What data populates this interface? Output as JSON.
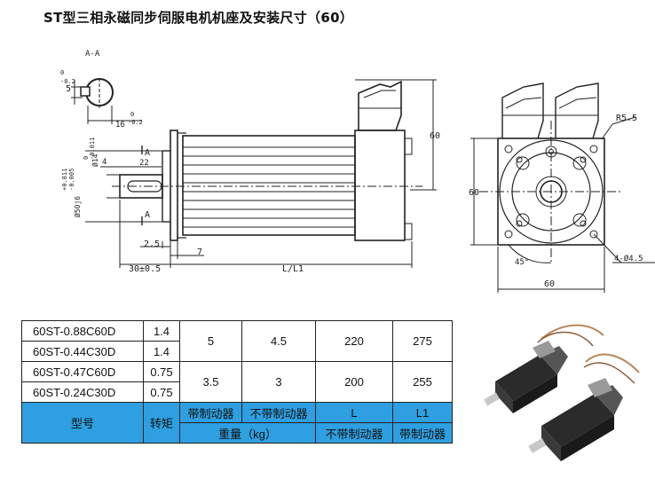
{
  "title": "ST型三相永磁同步伺服电机机座及安装尺寸（60）",
  "drawing_labels": {
    "section": "A-A",
    "key_depth": "5",
    "key_depth_tol_upper": "0",
    "key_depth_tol_lower": "-0.2",
    "shaft_flat": "16",
    "shaft_flat_tol_upper": "0",
    "shaft_flat_tol_lower": "-0.2",
    "key_width": "4",
    "key_length": "22",
    "shaft_dia": "Ø14",
    "shaft_dia_tol_upper": "0",
    "shaft_dia_tol_lower": "-0.011",
    "pilot_dia": "Ø50j6",
    "pilot_tol_upper": "+0.011",
    "pilot_tol_lower": "-0.005",
    "section_mark": "A",
    "flange_thickness": "2.5",
    "flange_width": "7",
    "shaft_length": "30±0.5",
    "body_length": "L/L1",
    "side_height": "60",
    "front_height": "60",
    "front_width": "60",
    "corner_radius": "R5.5",
    "angle": "45°",
    "holes": "4-Ø4.5"
  },
  "table": {
    "rows": [
      {
        "model": "60ST-0.88C60D",
        "torque": "1.4"
      },
      {
        "model": "60ST-0.44C30D",
        "torque": "1.4"
      },
      {
        "model": "60ST-0.47C60D",
        "torque": "0.75"
      },
      {
        "model": "60ST-0.24C30D",
        "torque": "0.75"
      }
    ],
    "groups": [
      {
        "weight_brake": "5",
        "weight_nobrake": "4.5",
        "L": "220",
        "L1": "275"
      },
      {
        "weight_brake": "3.5",
        "weight_nobrake": "3",
        "L": "200",
        "L1": "255"
      }
    ],
    "header": {
      "model": "型号",
      "torque": "转矩",
      "with_brake": "带制动器",
      "without_brake": "不带制动器",
      "L": "L",
      "L1": "L1",
      "weight": "重量（kg）",
      "L_note": "不带制动器",
      "L1_note": "带制动器"
    }
  },
  "colors": {
    "header_bg": "#2e9fe0",
    "line": "#222222"
  }
}
